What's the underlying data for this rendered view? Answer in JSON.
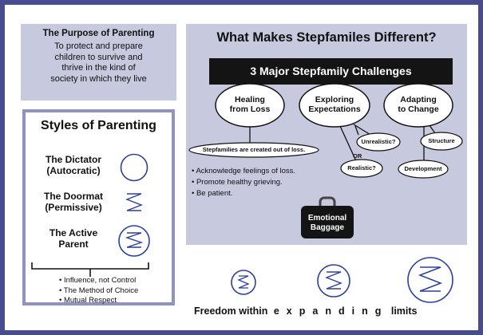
{
  "purpose": {
    "title": "The Purpose of Parenting",
    "lines": [
      "To protect and prepare",
      "children to survive and",
      "thrive in the kind of",
      "society in which they live"
    ]
  },
  "styles": {
    "title": "Styles of Parenting",
    "items": [
      {
        "line1": "The Dictator",
        "line2": "(Autocratic)",
        "icon": "empty-circle-icon"
      },
      {
        "line1": "The Doormat",
        "line2": "(Permissive)",
        "icon": "zigzag-icon"
      },
      {
        "line1": "The Active",
        "line2": "Parent",
        "icon": "circled-zigzag-icon"
      }
    ],
    "bullets": [
      "• Influence, not Control",
      "• The Method of Choice",
      "• Mutual Respect"
    ]
  },
  "panel": {
    "title": "What Makes Stepfamiles Different?",
    "bar": "3 Major Stepfamily Challenges",
    "challenges": [
      {
        "line1": "Healing",
        "line2": "from Loss"
      },
      {
        "line1": "Exploring",
        "line2": "Expectations"
      },
      {
        "line1": "Adapting",
        "line2": "to Change"
      }
    ],
    "loss_statement": "Stepfamilies are created out of loss.",
    "loss_bullets": [
      "• Acknowledge feelings of loss.",
      "• Promote healthy grieving.",
      "• Be patient."
    ],
    "expectations": {
      "unrealistic": "Unrealistic?",
      "or": "OR",
      "realistic": "Realistic?"
    },
    "change": {
      "structure": "Structure",
      "development": "Development"
    },
    "baggage": {
      "line1": "Emotional",
      "line2": "Baggage"
    }
  },
  "freedom": {
    "prefix": "Freedom within",
    "spaced": "expanding",
    "suffix": "limits"
  },
  "colors": {
    "frame": "#474c8f",
    "panel": "#c7c9df",
    "accent": "#2b3f9e",
    "border": "#8f92c2"
  }
}
